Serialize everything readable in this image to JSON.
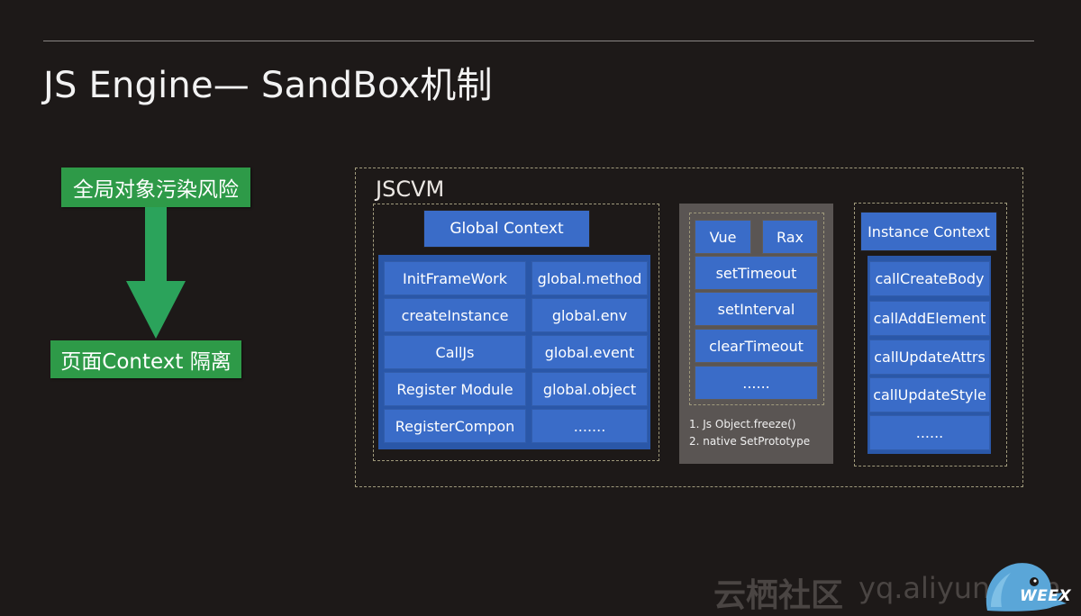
{
  "slide": {
    "title": "JS Engine— SandBox机制"
  },
  "left_flow": {
    "top_label": "全局对象污染风险",
    "bottom_label": "页面Context 隔离",
    "arrow_color": "#2ba35b"
  },
  "jscvm": {
    "label": "JSCVM",
    "global_context": {
      "header": "Global Context",
      "left_items": [
        "InitFrameWork",
        "createInstance",
        "CallJs",
        "Register Module",
        "RegisterCompon"
      ],
      "right_items": [
        "global.method",
        "global.env",
        "global.event",
        "global.object",
        "......."
      ]
    },
    "middle": {
      "top_items": [
        "Vue",
        "Rax"
      ],
      "items": [
        "setTimeout",
        "setInterval",
        "clearTimeout",
        "......"
      ],
      "notes": [
        "1.    Js Object.freeze()",
        "2.    native SetPrototype"
      ]
    },
    "instance_context": {
      "header": "Instance Context",
      "items": [
        "callCreateBody",
        "callAddElement",
        "callUpdateAttrs",
        "callUpdateStyle",
        "......"
      ]
    }
  },
  "watermark": {
    "site_cn": "云栖社区",
    "url": "yq.aliyun.com",
    "logo_text": "WEEX"
  },
  "colors": {
    "background": "#1d1918",
    "green": "#2e9a48",
    "blue": "#3a6cc8",
    "panel_blue": "#2a57a8",
    "grey_panel": "#5a5553"
  }
}
